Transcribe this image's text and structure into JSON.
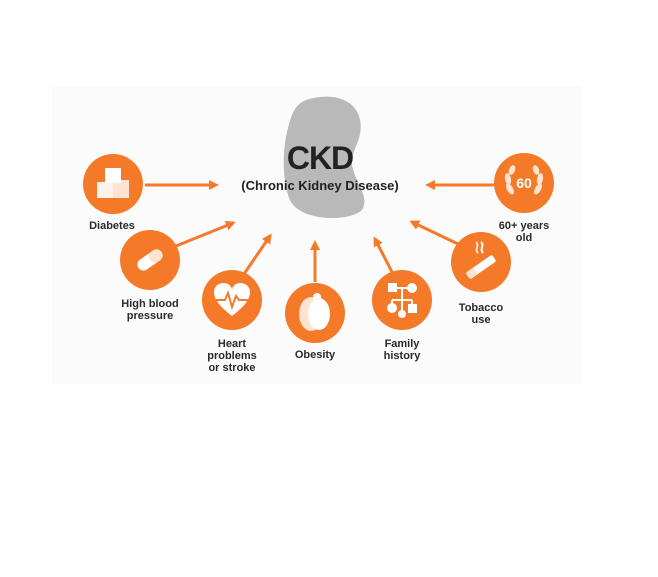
{
  "center": {
    "title": "CKD",
    "subtitle": "(Chronic Kidney Disease)"
  },
  "colors": {
    "accent": "#f47a2a",
    "kidney": "#b9b9b9",
    "text": "#2a2a2a"
  },
  "factors": [
    {
      "id": "diabetes",
      "label": "Diabetes",
      "icon": "sugar-cubes-icon"
    },
    {
      "id": "blood-pressure",
      "label": "High blood\npressure",
      "icon": "pill-capsule-icon"
    },
    {
      "id": "heart",
      "label": "Heart\nproblems\nor stroke",
      "icon": "heart-ecg-icon"
    },
    {
      "id": "obesity",
      "label": "Obesity",
      "icon": "body-silhouette-icon"
    },
    {
      "id": "family",
      "label": "Family\nhistory",
      "icon": "family-tree-icon"
    },
    {
      "id": "tobacco",
      "label": "Tobacco\nuse",
      "icon": "cigarette-icon"
    },
    {
      "id": "age",
      "label": "60+ years\nold",
      "icon": "laurel-60-icon",
      "icon_text": "60"
    }
  ]
}
